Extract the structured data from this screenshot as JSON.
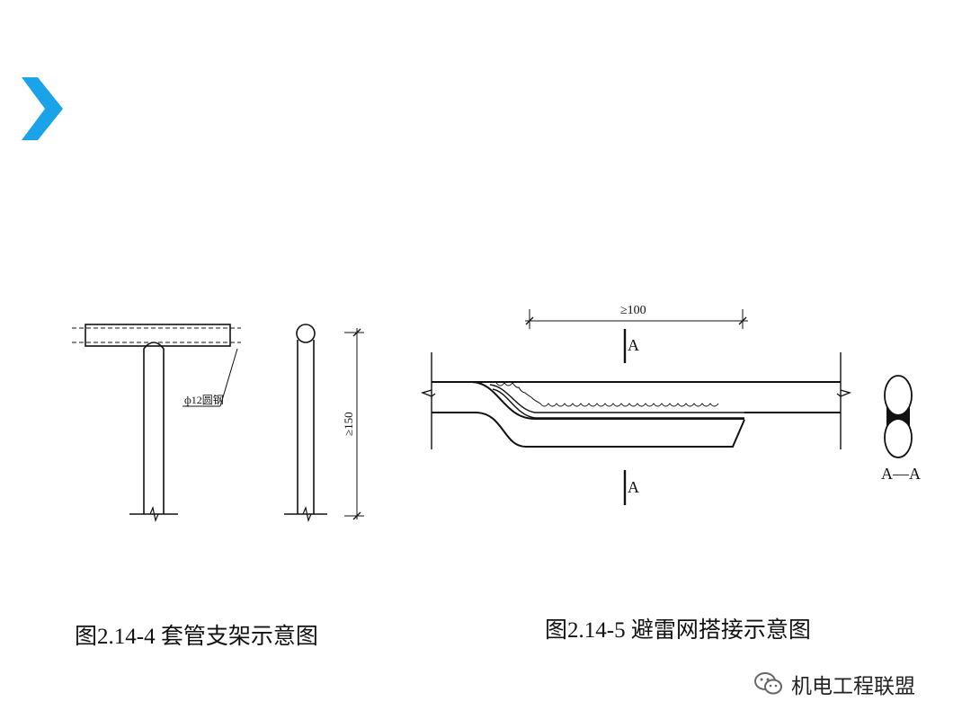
{
  "accent_color": "#1aa3e8",
  "icons": [
    "chevron-right-icon",
    "wechat-icon"
  ],
  "figure1": {
    "caption": "图2.14-4  套管支架示意图",
    "annotation": "ф12圆钢",
    "dimension": "≥150"
  },
  "figure2": {
    "caption": "图2.14-5   避雷网搭接示意图",
    "dimension": "≥100",
    "section_mark_top": "A",
    "section_mark_bottom": "A",
    "section_label": "A—A"
  },
  "watermark": "机电工程联盟"
}
